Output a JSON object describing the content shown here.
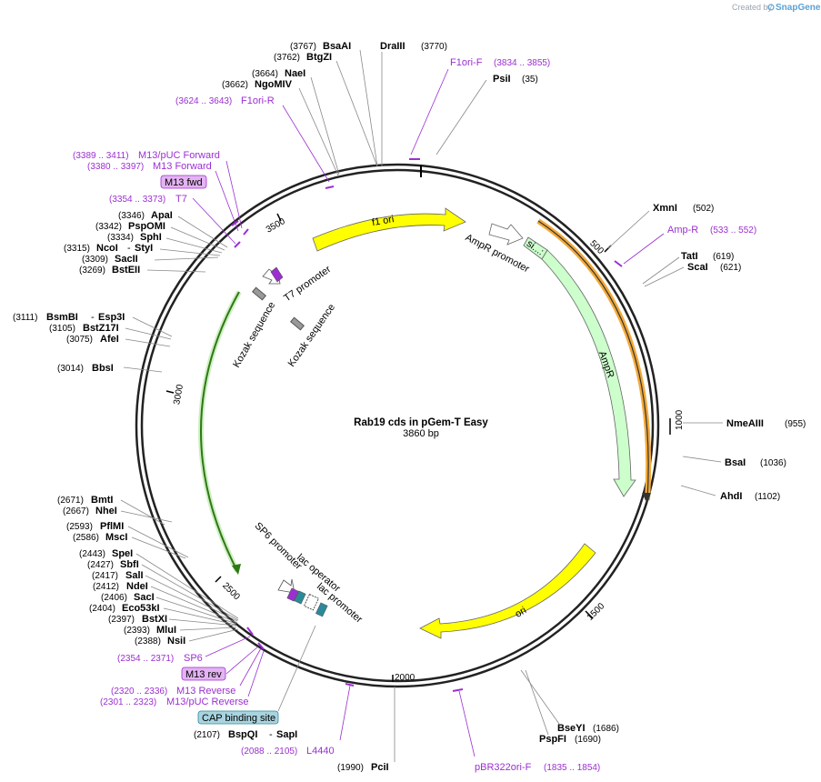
{
  "credit": {
    "prefix": "Created by",
    "brand": "SnapGene"
  },
  "map": {
    "name": "Rab19 cds in pGem-T Easy",
    "length_label": "3860 bp"
  },
  "ticks": [
    "500",
    "1000",
    "1500",
    "2000",
    "2500",
    "3000",
    "3500"
  ],
  "features": {
    "f1ori": "f1 ori",
    "ampr_promoter": "AmpR promoter",
    "signal": "si...:",
    "ampr": "AmpR",
    "ori": "ori",
    "t7_promoter": "T7 promoter",
    "kozak1": "Kozak sequence",
    "kozak2": "Kozak sequence",
    "sp6_promoter": "SP6 promoter",
    "lac_operator": "lac operator",
    "lac_promoter": "lac promoter"
  },
  "enzymes": [
    {
      "pos": "(3767)",
      "name": "BsaAI"
    },
    {
      "pos": "(3770)",
      "name": "DraIII"
    },
    {
      "pos": "(3762)",
      "name": "BtgZI"
    },
    {
      "pos": "(3664)",
      "name": "NaeI"
    },
    {
      "pos": "(3662)",
      "name": "NgoMIV"
    },
    {
      "pos": "(35)",
      "name": "PsiI"
    },
    {
      "pos": "(3346)",
      "name": "ApaI"
    },
    {
      "pos": "(3342)",
      "name": "PspOMI"
    },
    {
      "pos": "(3334)",
      "name": "SphI"
    },
    {
      "pos": "(3315)",
      "name": "NcoI",
      "name2": "StyI"
    },
    {
      "pos": "(3309)",
      "name": "SacII"
    },
    {
      "pos": "(3269)",
      "name": "BstEII"
    },
    {
      "pos": "(3111)",
      "name": "BsmBI",
      "name2": "Esp3I"
    },
    {
      "pos": "(3105)",
      "name": "BstZ17I"
    },
    {
      "pos": "(3075)",
      "name": "AfeI"
    },
    {
      "pos": "(3014)",
      "name": "BbsI"
    },
    {
      "pos": "(502)",
      "name": "XmnI"
    },
    {
      "pos": "(619)",
      "name": "TatI"
    },
    {
      "pos": "(621)",
      "name": "ScaI"
    },
    {
      "pos": "(955)",
      "name": "NmeAIII"
    },
    {
      "pos": "(1036)",
      "name": "BsaI"
    },
    {
      "pos": "(1102)",
      "name": "AhdI"
    },
    {
      "pos": "(2671)",
      "name": "BmtI"
    },
    {
      "pos": "(2667)",
      "name": "NheI"
    },
    {
      "pos": "(2593)",
      "name": "PflMI"
    },
    {
      "pos": "(2586)",
      "name": "MscI"
    },
    {
      "pos": "(2443)",
      "name": "SpeI"
    },
    {
      "pos": "(2427)",
      "name": "SbfI"
    },
    {
      "pos": "(2417)",
      "name": "SalI"
    },
    {
      "pos": "(2412)",
      "name": "NdeI"
    },
    {
      "pos": "(2406)",
      "name": "SacI"
    },
    {
      "pos": "(2404)",
      "name": "Eco53kI"
    },
    {
      "pos": "(2397)",
      "name": "BstXI"
    },
    {
      "pos": "(2393)",
      "name": "MluI"
    },
    {
      "pos": "(2388)",
      "name": "NsiI"
    },
    {
      "pos": "(1686)",
      "name": "BseYI"
    },
    {
      "pos": "(1690)",
      "name": "PspFI"
    },
    {
      "pos": "(2107)",
      "name": "BspQI",
      "name2": "SapI"
    },
    {
      "pos": "(1990)",
      "name": "PciI"
    }
  ],
  "primers": [
    {
      "name": "F1ori-F",
      "range": "(3834 .. 3855)"
    },
    {
      "name": "F1ori-R",
      "range": "(3624 .. 3643)"
    },
    {
      "name": "M13/pUC Forward",
      "range": "(3389 .. 3411)"
    },
    {
      "name": "M13 Forward",
      "range": "(3380 .. 3397)"
    },
    {
      "name": "T7",
      "range": "(3354 .. 3373)"
    },
    {
      "name": "Amp-R",
      "range": "(533 .. 552)"
    },
    {
      "name": "SP6",
      "range": "(2354 .. 2371)"
    },
    {
      "name": "M13 Reverse",
      "range": "(2320 .. 2336)"
    },
    {
      "name": "M13/pUC Reverse",
      "range": "(2301 .. 2323)"
    },
    {
      "name": "L4440",
      "range": "(2088 .. 2105)"
    },
    {
      "name": "pBR322ori-F",
      "range": "(1835 .. 1854)"
    }
  ],
  "boxed": {
    "m13fwd": "M13 fwd",
    "m13rev": "M13 rev",
    "cap": "CAP binding site"
  },
  "colors": {
    "yellow": "#ffff00",
    "ampr": "#ccffcc",
    "orange": "#f2a93b",
    "green": "#2d7a12",
    "primer": "#9b2fd1",
    "cap": "#a9d4df",
    "lacop": "#2b8a9a"
  }
}
